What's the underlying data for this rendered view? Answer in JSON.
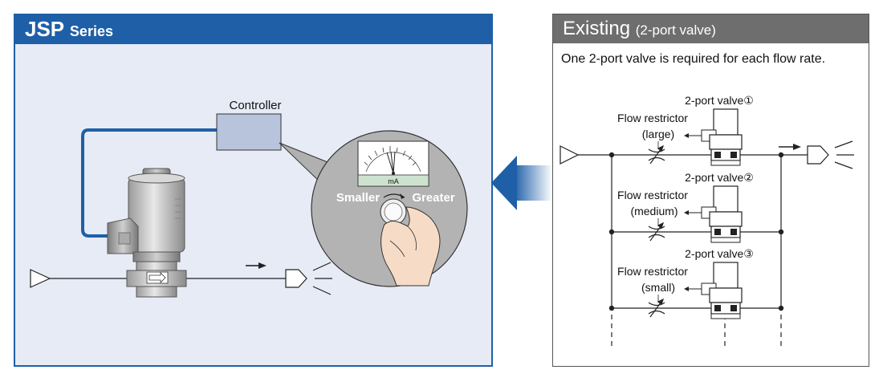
{
  "left_panel": {
    "title": "JSP",
    "title_suffix": "Series",
    "controller_label": "Controller",
    "meter_unit": "mA",
    "smaller_label": "Smaller",
    "greater_label": "Greater"
  },
  "right_panel": {
    "title": "Existing",
    "title_suffix": "(2-port valve)",
    "note": "One 2-port valve is required for each flow rate.",
    "valves": [
      {
        "label": "2-port valve①",
        "restrictor_line1": "Flow restrictor",
        "restrictor_line2": "(large)"
      },
      {
        "label": "2-port valve②",
        "restrictor_line1": "Flow restrictor",
        "restrictor_line2": "(medium)"
      },
      {
        "label": "2-port valve③",
        "restrictor_line1": "Flow restrictor",
        "restrictor_line2": "(small)"
      }
    ]
  },
  "colors": {
    "jsp_blue": "#1f5fa8",
    "existing_gray": "#6e6e6e",
    "panel_bg": "#e7ebf6",
    "controller_fill": "#b8c4dc",
    "arrow_blue": "#1f5fa8"
  },
  "icons": [
    "solenoid-valve-icon",
    "controller-box-icon",
    "ammeter-icon",
    "hand-dial-icon",
    "exhaust-port-icon",
    "flow-restrictor-icon",
    "big-left-arrow-icon"
  ]
}
